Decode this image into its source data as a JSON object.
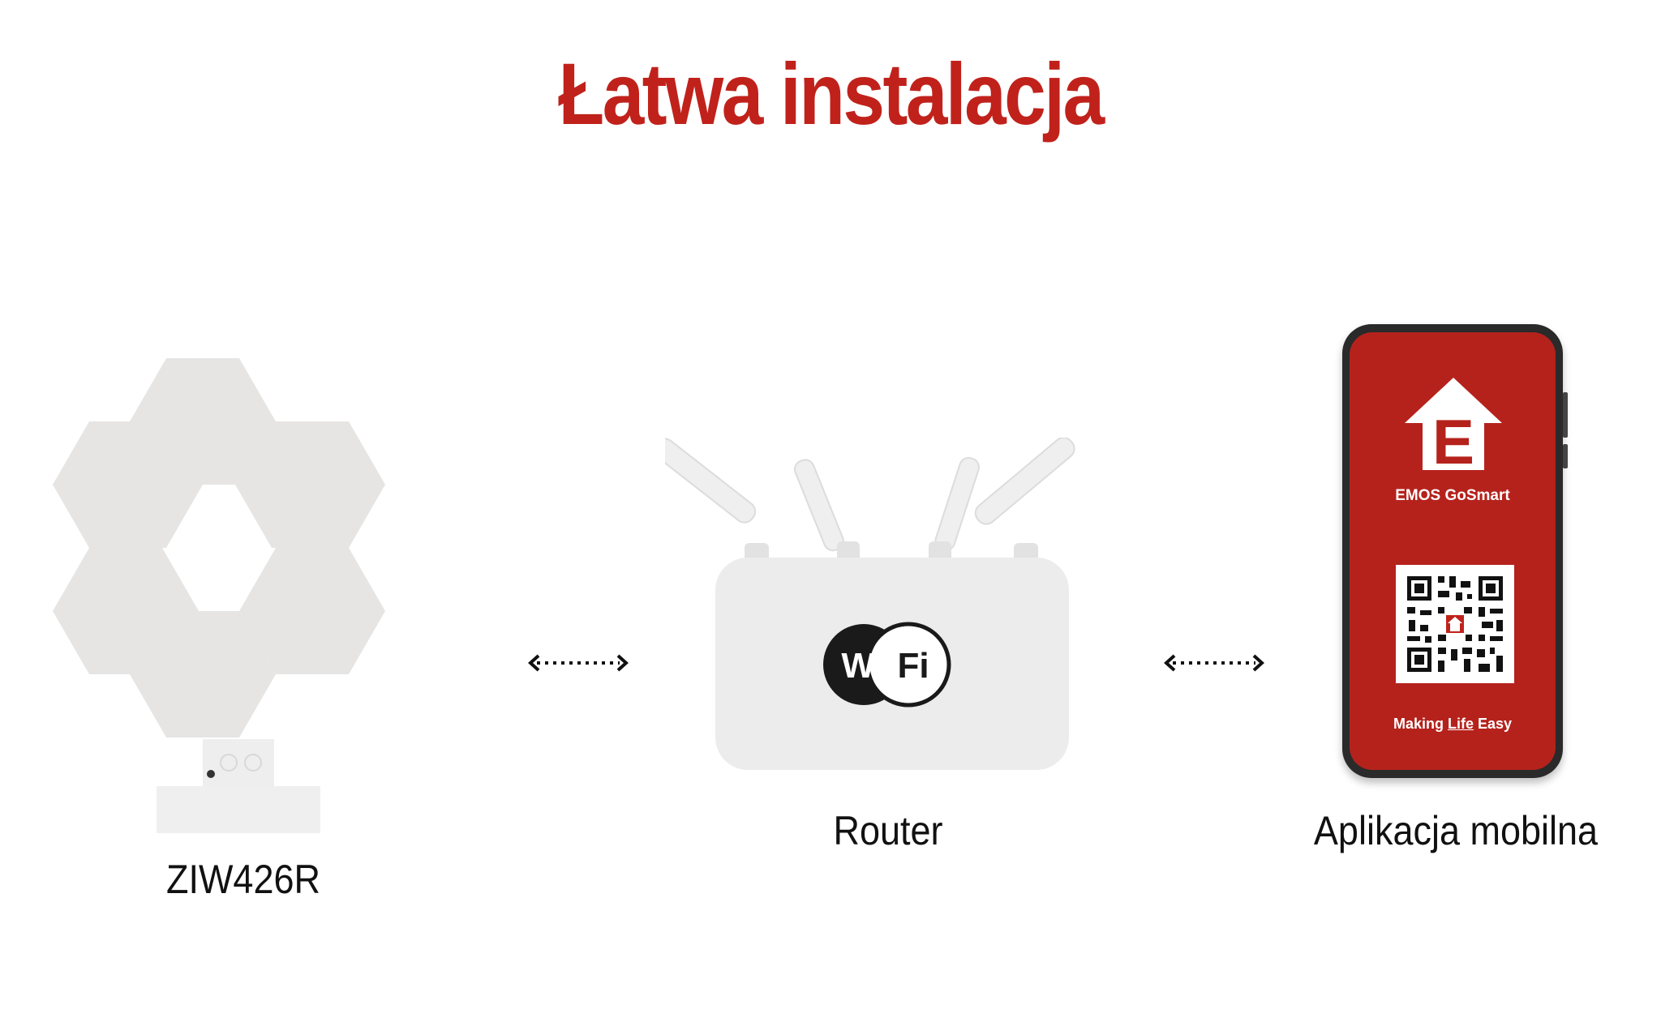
{
  "title": "Łatwa instalacja",
  "colors": {
    "accent": "#c0221b",
    "phone_screen": "#b5221c",
    "panel": "#e6e5e4",
    "router": "#ececec",
    "text": "#111111"
  },
  "nodes": [
    {
      "id": "lamp",
      "label": "ZIW426R",
      "icon": "hexagon-lamp-icon"
    },
    {
      "id": "router",
      "label": "Router",
      "icon": "wifi-router-icon",
      "badge": {
        "left": "Wi",
        "right": "Fi"
      }
    },
    {
      "id": "app",
      "label": "Aplikacja mobilna",
      "icon": "smartphone-icon",
      "screen": {
        "brand": "EMOS GoSmart",
        "logo_letter": "E",
        "slogan_prefix": "Making ",
        "slogan_underlined": "Life",
        "slogan_suffix": " Easy"
      }
    }
  ],
  "connectors": [
    {
      "from": "lamp",
      "to": "router",
      "style": "dotted-bidirectional"
    },
    {
      "from": "router",
      "to": "app",
      "style": "dotted-bidirectional"
    }
  ]
}
